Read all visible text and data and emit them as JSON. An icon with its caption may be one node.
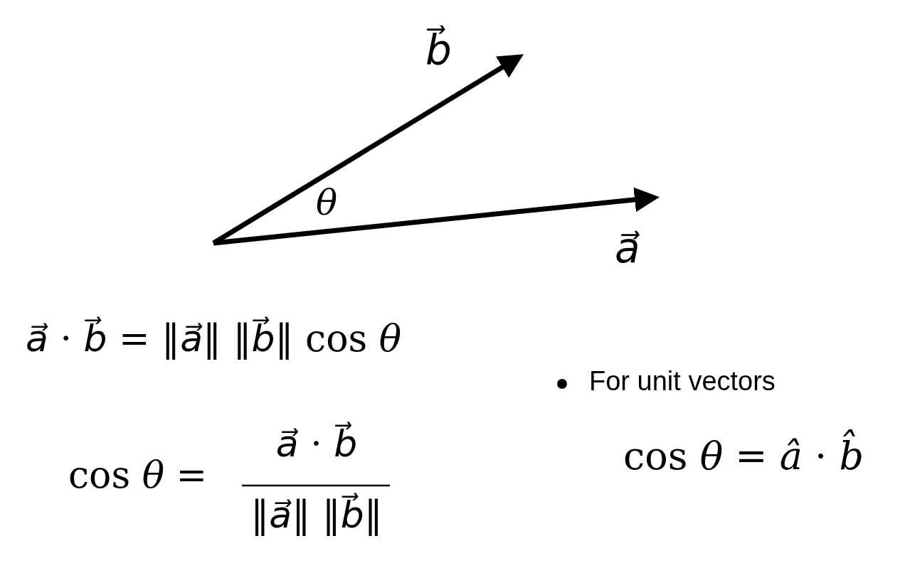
{
  "diagram": {
    "labels": [
      "*b⃗*",
      "*θ*",
      "*a⃗*",
      "*a⃗* · *b⃗* = ‖*a⃗*‖ ‖*b⃗*‖ cos *θ*",
      "cos *θ* =",
      "*a⃗* · *b⃗*",
      "‖*a⃗*‖ ‖*b⃗*‖",
      "For unit vectors",
      "cos *θ* = *â* · *b̂*"
    ]
  }
}
